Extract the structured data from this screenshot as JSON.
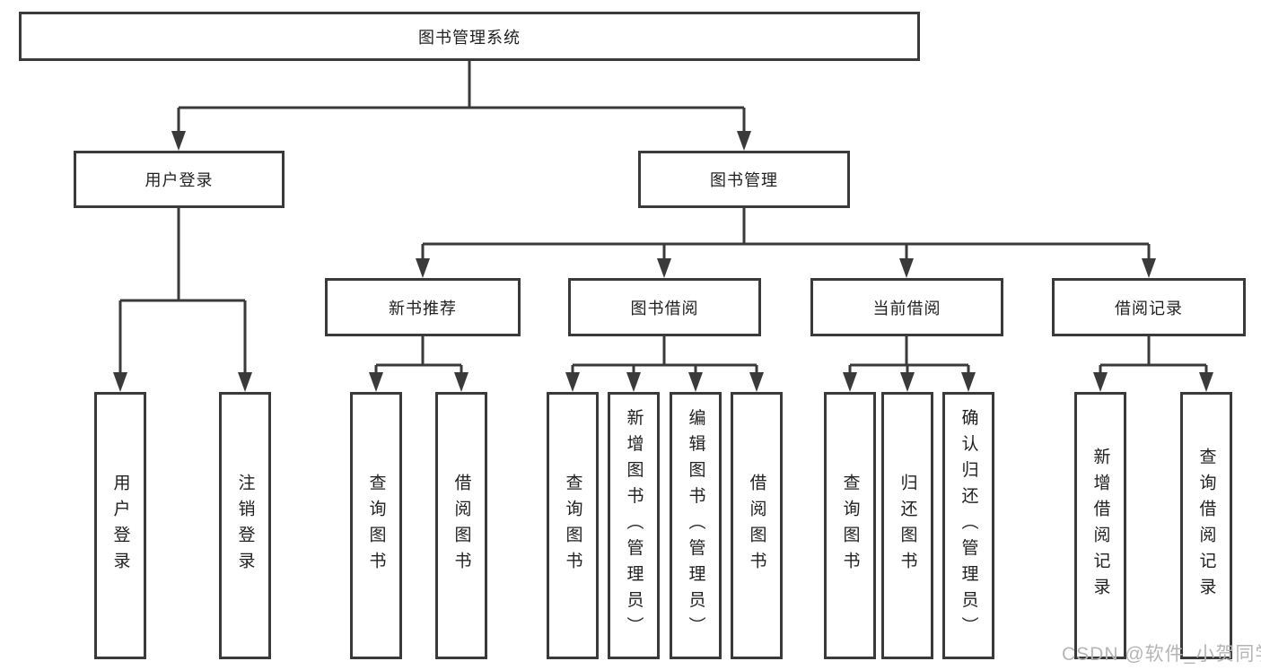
{
  "diagram": {
    "root": {
      "label": "图书管理系统"
    },
    "branches": [
      {
        "label": "用户登录",
        "children": [
          {
            "label": "用户登录"
          },
          {
            "label": "注销登录"
          }
        ]
      },
      {
        "label": "图书管理",
        "children": [
          {
            "label": "新书推荐",
            "children": [
              {
                "label": "查询图书"
              },
              {
                "label": "借阅图书"
              }
            ]
          },
          {
            "label": "图书借阅",
            "children": [
              {
                "label": "查询图书"
              },
              {
                "label": "新增图书（管理员）"
              },
              {
                "label": "编辑图书（管理员）"
              },
              {
                "label": "借阅图书"
              }
            ]
          },
          {
            "label": "当前借阅",
            "children": [
              {
                "label": "查询图书"
              },
              {
                "label": "归还图书"
              },
              {
                "label": "确认归还（管理员）"
              }
            ]
          },
          {
            "label": "借阅记录",
            "children": [
              {
                "label": "新增借阅记录"
              },
              {
                "label": "查询借阅记录"
              }
            ]
          }
        ]
      }
    ],
    "colors": {
      "line": "#3a3a3a",
      "text": "#212121",
      "box_background": "#ffffff",
      "watermark": "#b5b5b5"
    },
    "watermark": "CSDN @软件_小贺同学"
  }
}
